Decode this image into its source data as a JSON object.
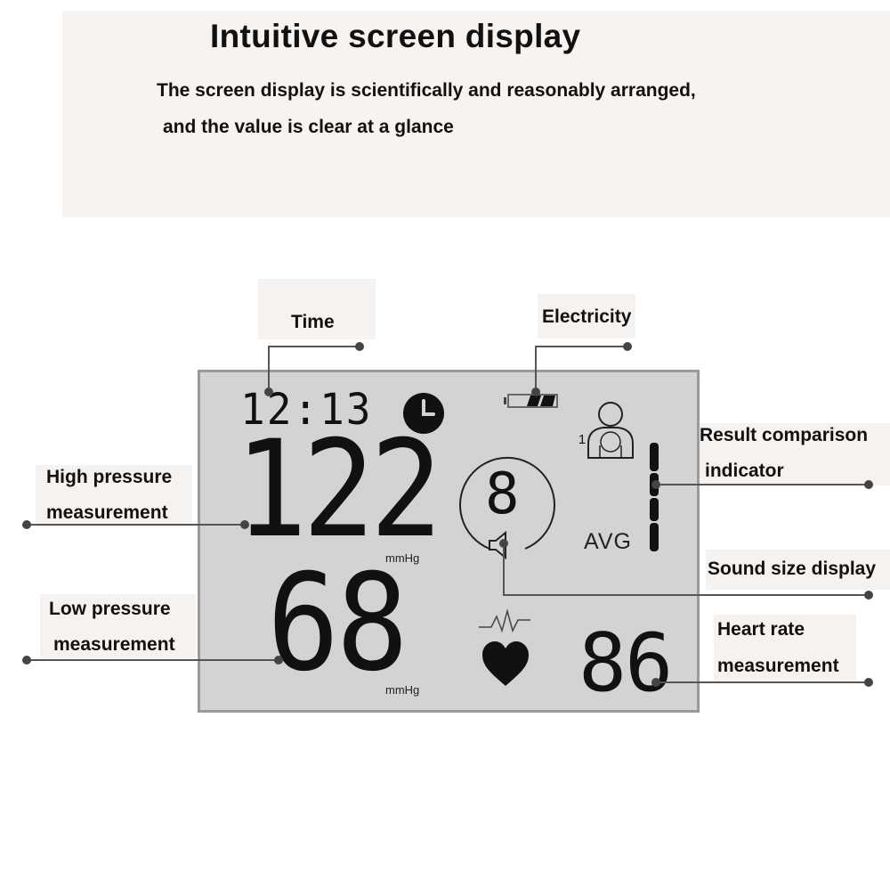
{
  "header": {
    "title": "Intuitive screen display",
    "subtitle_line1": "The screen display is scientifically and reasonably arranged,",
    "subtitle_line2": "and the value is clear at a glance"
  },
  "display": {
    "time": "12:13",
    "systolic": "122",
    "diastolic": "68",
    "pulse": "86",
    "sound_level_digit": "8",
    "systolic_unit": "mmHg",
    "diastolic_unit": "mmHg",
    "avg_label": "AVG",
    "user_number": "1"
  },
  "labels": {
    "time": "Time",
    "electricity": "Electricity",
    "high_pressure_1": "High pressure",
    "high_pressure_2": "measurement",
    "low_pressure_1": "Low pressure",
    "low_pressure_2": "measurement",
    "result_1": "Result comparison",
    "result_2": "indicator",
    "sound": "Sound size display",
    "heart_1": "Heart rate",
    "heart_2": "measurement"
  },
  "icons": [
    "clock-icon",
    "battery-icon",
    "user-icon",
    "speaker-icon",
    "heart-icon",
    "pulse-wave-icon"
  ]
}
